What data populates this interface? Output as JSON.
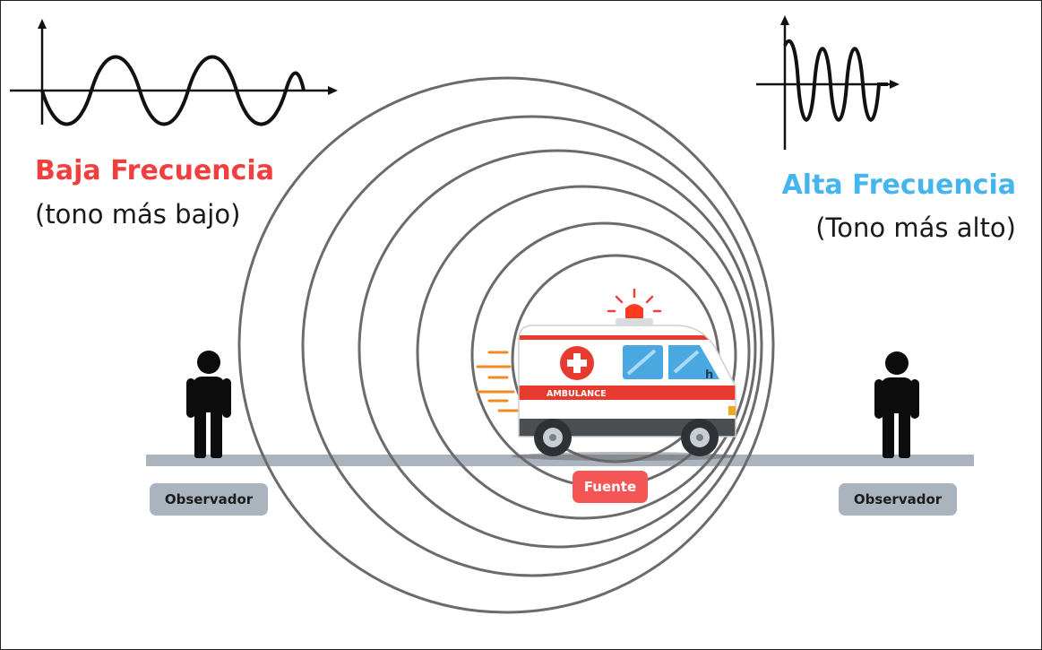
{
  "low_frequency": {
    "title": "Baja Frecuencia",
    "subtitle": "(tono más bajo)",
    "color": "#f03f3f"
  },
  "high_frequency": {
    "title": "Alta Frecuencia",
    "subtitle": "(Tono más alto)",
    "color": "#46b4ee"
  },
  "labels": {
    "observer_left": "Observador",
    "observer_right": "Observador",
    "source": "Fuente"
  },
  "vehicle": {
    "text": "AMBULANCE",
    "logo": "h",
    "body_color": "#ffffff",
    "stripe_color": "#e63b2e",
    "siren_color": "#ff3b1f",
    "window_color": "#4aa8e0"
  },
  "colors": {
    "road": "#a9b4bf",
    "wavefront": "#6b6b6b",
    "observer_pill": "#a9b4bf",
    "source_pill": "#f45656"
  },
  "icons": [
    "waveform-icon",
    "person-icon",
    "ambulance-icon",
    "siren-icon",
    "red-cross-icon"
  ]
}
